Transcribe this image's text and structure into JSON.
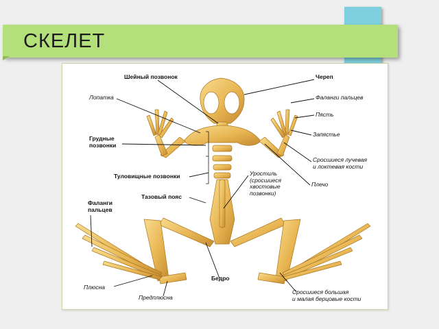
{
  "slide": {
    "title": "СКЕЛЕТ"
  },
  "labels": {
    "cervical_vertebra": "Шейный позвонок",
    "skull": "Череп",
    "scapula": "Лопатка",
    "finger_phalanges_top": "Фаланги пальцев",
    "metacarpus": "Пясть",
    "wrist": "Запястье",
    "thoracic_vertebrae": "Грудные\nпозвонки",
    "radius_ulna": "Сросшиеся лучевая\nи локтевая кости",
    "trunk_vertebrae": "Туловищные позвонки",
    "urostyle": "Уростиль\n(сросшиеся\nхвостовые\nпозвонки)",
    "shoulder": "Плечо",
    "pelvic_girdle": "Тазовый пояс",
    "finger_phalanges_bottom": "Фаланги\nпальцев",
    "femur": "Бедро",
    "metatarsus": "Плюсна",
    "tarsus": "Предплюсна",
    "tibia_fibula": "Сросшиеся большая\nи малая берцовые кости"
  },
  "colors": {
    "bone": "#e8b552",
    "bone_light": "#f6d98a",
    "bone_dark": "#b9822a",
    "title_bar": "#b3e07a",
    "corner_tab": "#7fd0df"
  }
}
